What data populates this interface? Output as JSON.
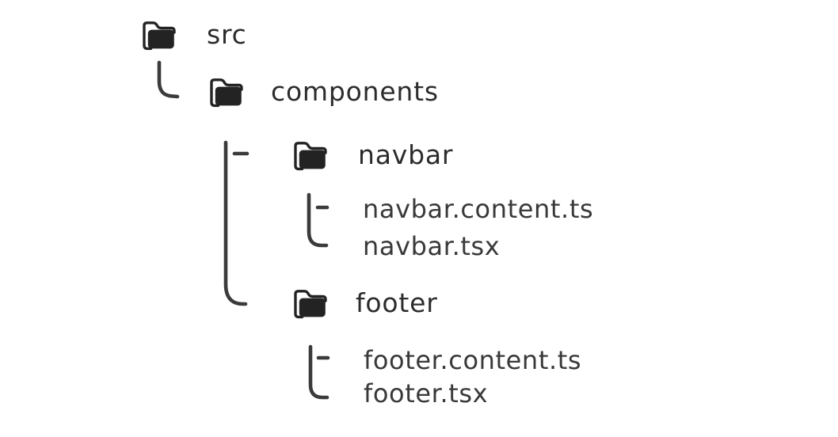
{
  "diagram": {
    "type": "file-tree",
    "colors": {
      "background": "#ffffff",
      "folder_icon": "#232323",
      "connector_line": "#3b3b3b",
      "folder_text": "#2c2c2c",
      "file_text": "#393939"
    },
    "icons": {
      "folder": "folder-icon"
    },
    "tree": {
      "label": "src",
      "type": "folder",
      "children": [
        {
          "label": "components",
          "type": "folder",
          "children": [
            {
              "label": "navbar",
              "type": "folder",
              "children": [
                {
                  "label": "navbar.content.ts",
                  "type": "file"
                },
                {
                  "label": "navbar.tsx",
                  "type": "file"
                }
              ]
            },
            {
              "label": "footer",
              "type": "folder",
              "children": [
                {
                  "label": "footer.content.ts",
                  "type": "file"
                },
                {
                  "label": "footer.tsx",
                  "type": "file"
                }
              ]
            }
          ]
        }
      ]
    }
  }
}
